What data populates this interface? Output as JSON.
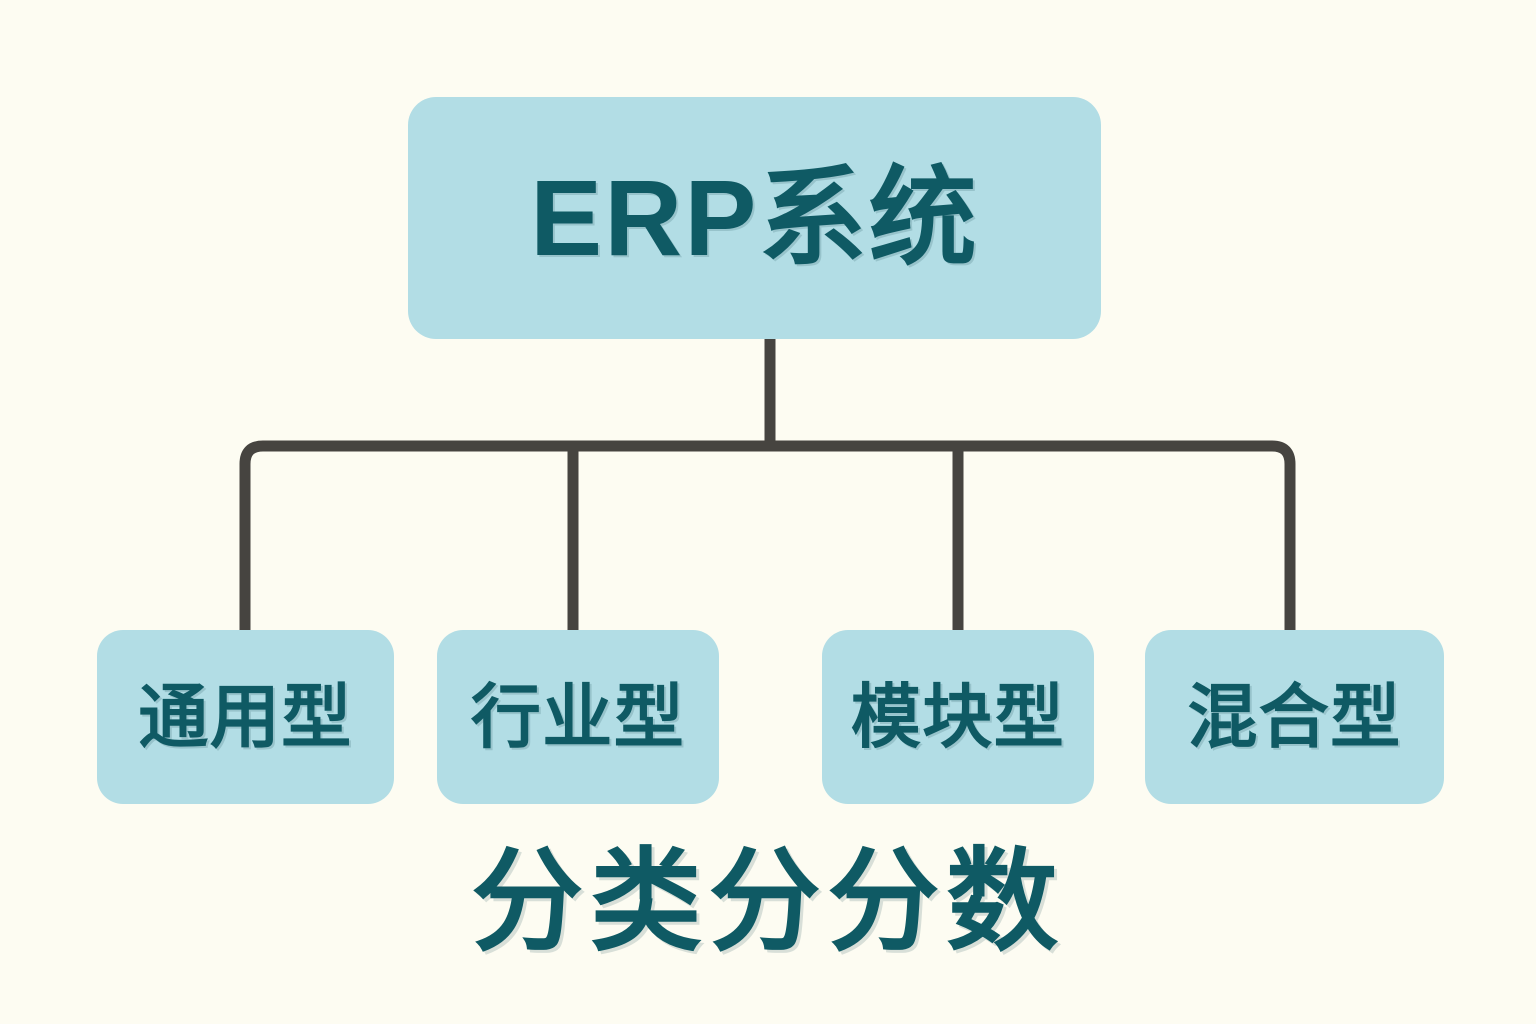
{
  "diagram": {
    "type": "tree",
    "background_color": "#fdfcf2",
    "node_fill_color": "#b2dde5",
    "node_text_color": "#0f5a64",
    "connector_color": "#464440",
    "root": {
      "label": "ERP系统"
    },
    "children": [
      {
        "label": "通用型"
      },
      {
        "label": "行业型"
      },
      {
        "label": "模块型"
      },
      {
        "label": "混合型"
      }
    ],
    "caption": "分类分分数"
  }
}
